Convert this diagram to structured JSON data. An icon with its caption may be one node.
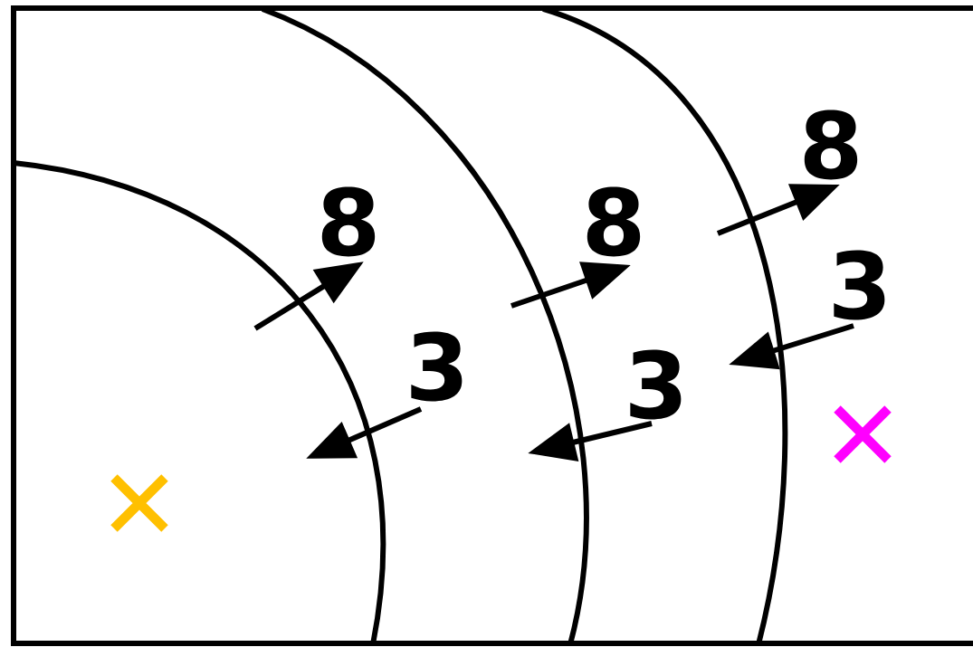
{
  "diagram": {
    "labels": [
      "8",
      "8",
      "8",
      "3",
      "3",
      "3"
    ]
  }
}
